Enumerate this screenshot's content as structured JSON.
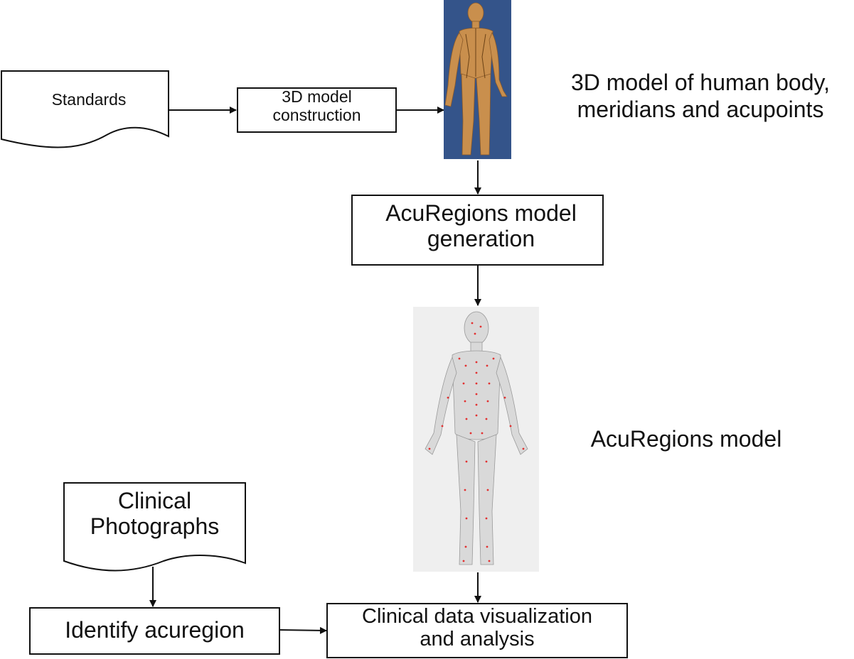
{
  "nodes": {
    "standards": "Standards",
    "model_construction": [
      "3D model",
      "construction"
    ],
    "body_model_caption": [
      "3D model of human body,",
      "meridians and acupoints"
    ],
    "acuregions_generation": [
      "AcuRegions model",
      "generation"
    ],
    "acuregions_model_caption": "AcuRegions model",
    "clinical_photographs": [
      "Clinical",
      "Photographs"
    ],
    "identify_acuregion": "Identify acuregion",
    "visualization": [
      "Clinical data visualization",
      "and analysis"
    ]
  },
  "colors": {
    "stroke": "#111111",
    "figure_background_blue": "#34548a",
    "skin_tan": "#c98f4d",
    "figure_background_gray": "#efefef",
    "mesh_gray": "#d9d9d9",
    "acupoint_red": "#e23030"
  },
  "icons": [
    "human-body-3d-figure",
    "acuregions-mesh-figure",
    "arrow-icon"
  ]
}
